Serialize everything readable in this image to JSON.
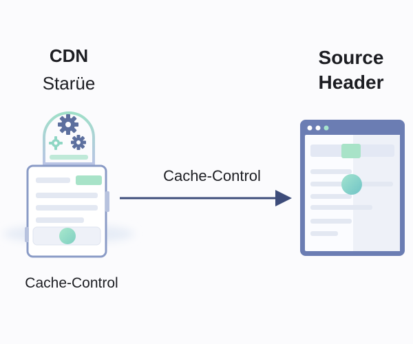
{
  "cdn": {
    "title": "CDN",
    "subtitle": "Starüe",
    "caption": "Cache-Control",
    "icon": "gear-cluster-icon"
  },
  "source": {
    "title_line1": "Source",
    "title_line2": "Header",
    "icon": "browser-window-icon"
  },
  "arrow": {
    "label": "Cache-Control",
    "direction": "cdn-to-source"
  },
  "colors": {
    "accent_green": "#8fdcb8",
    "accent_teal": "#6fc7c4",
    "panel_blue": "#6b7db3",
    "arrow_navy": "#3d4c7a",
    "line_grey": "#dfe4ef"
  }
}
